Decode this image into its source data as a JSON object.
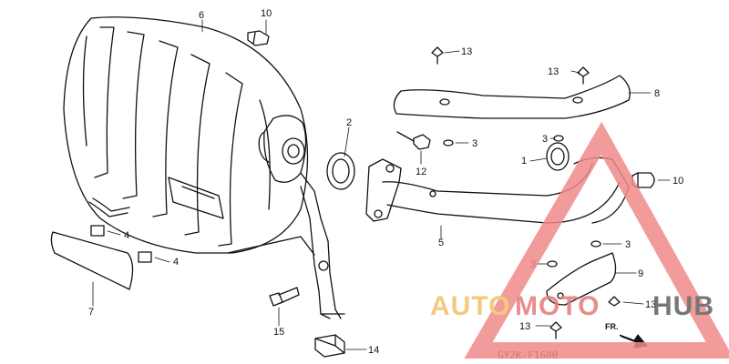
{
  "diagram": {
    "code": "GY2K-F1600",
    "front_marker": "FR.",
    "labels": {
      "n1": "1",
      "n2": "2",
      "n3a": "3",
      "n3b": "3",
      "n3c": "3",
      "n3d": "3",
      "n4a": "4",
      "n4b": "4",
      "n5": "5",
      "n6": "6",
      "n7": "7",
      "n8": "8",
      "n9": "9",
      "n10a": "10",
      "n10b": "10",
      "n12": "12",
      "n13a": "13",
      "n13b": "13",
      "n13c": "13",
      "n13d": "13",
      "n14": "14",
      "n15": "15"
    }
  },
  "watermark": {
    "part1": "AUTO",
    "part2": "MOTO",
    "part3": "HUB",
    "colors": {
      "auto": "#f3c06b",
      "moto": "#e77a7a",
      "hub": "#606060",
      "triangle": "#f08a8a"
    }
  }
}
